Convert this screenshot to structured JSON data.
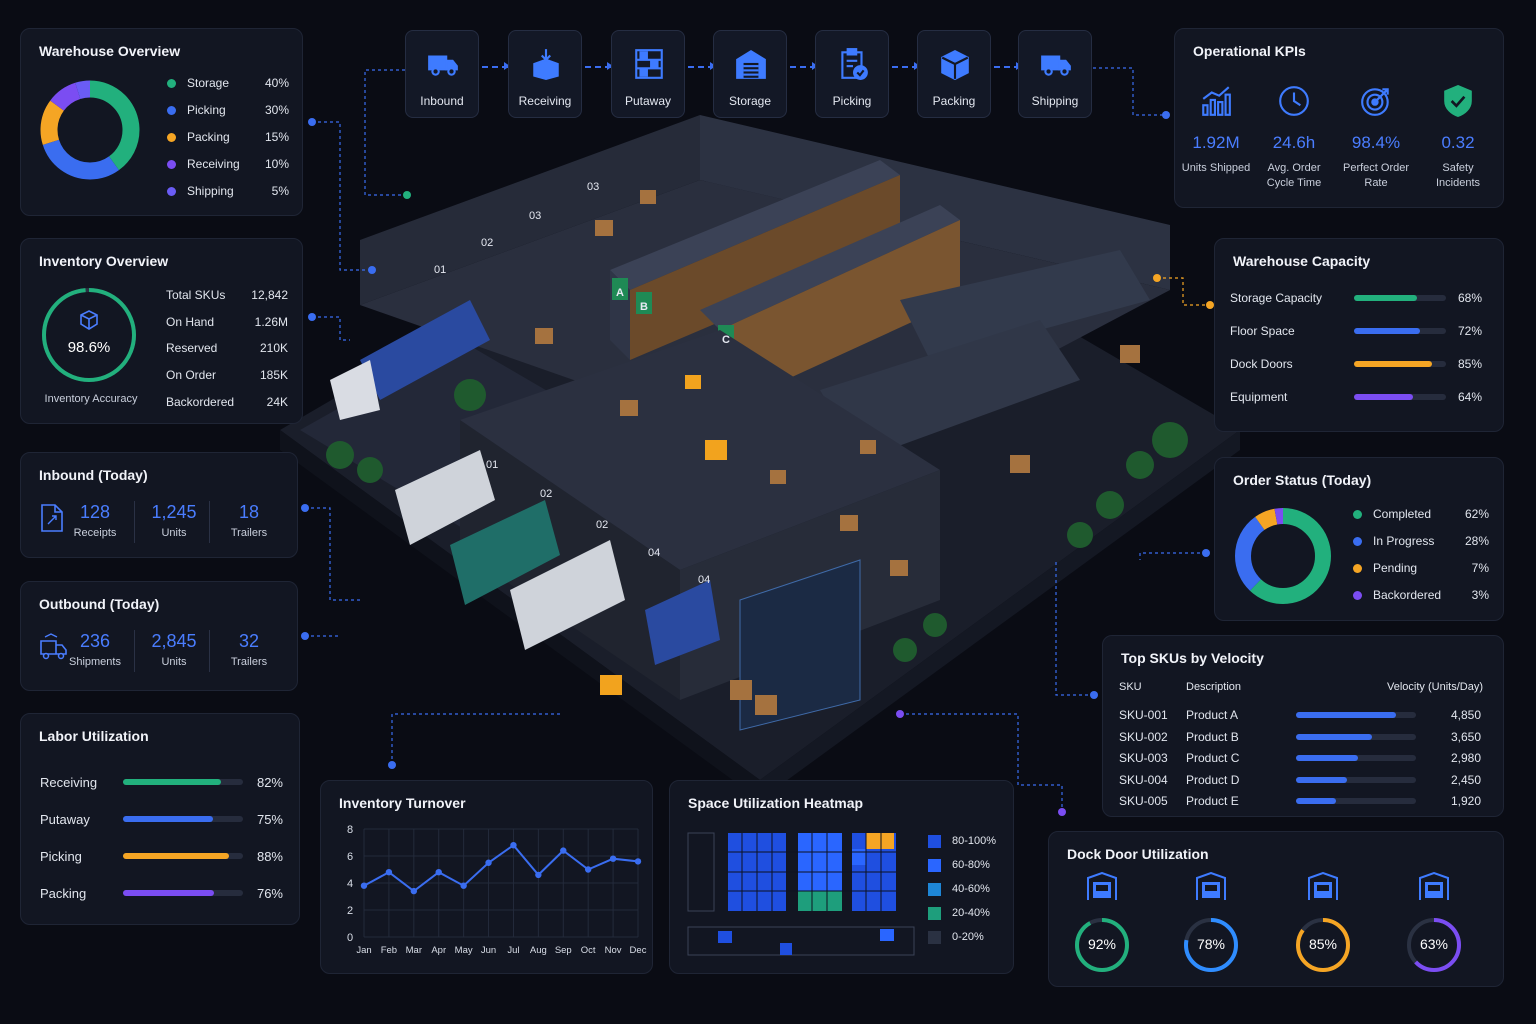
{
  "process": [
    {
      "label": "Inbound",
      "icon": "truck-icon"
    },
    {
      "label": "Receiving",
      "icon": "box-download-icon"
    },
    {
      "label": "Putaway",
      "icon": "shelf-icon"
    },
    {
      "label": "Storage",
      "icon": "warehouse-icon"
    },
    {
      "label": "Picking",
      "icon": "clipboard-check-icon"
    },
    {
      "label": "Packing",
      "icon": "package-icon"
    },
    {
      "label": "Shipping",
      "icon": "truck-icon"
    }
  ],
  "warehouse_overview": {
    "title": "Warehouse Overview",
    "items": [
      {
        "label": "Storage",
        "value": "40%",
        "pct": 40,
        "color": "#22b07d"
      },
      {
        "label": "Picking",
        "value": "30%",
        "pct": 30,
        "color": "#3a6df0"
      },
      {
        "label": "Packing",
        "value": "15%",
        "pct": 15,
        "color": "#f5a524"
      },
      {
        "label": "Receiving",
        "value": "10%",
        "pct": 10,
        "color": "#7b4df2"
      },
      {
        "label": "Shipping",
        "value": "5%",
        "pct": 5,
        "color": "#6a5cf5"
      }
    ]
  },
  "inventory_overview": {
    "title": "Inventory Overview",
    "accuracy": "98.6%",
    "accuracy_pct": 98.6,
    "accuracy_label": "Inventory Accuracy",
    "rows": [
      {
        "label": "Total SKUs",
        "value": "12,842"
      },
      {
        "label": "On Hand",
        "value": "1.26M"
      },
      {
        "label": "Reserved",
        "value": "210K"
      },
      {
        "label": "On Order",
        "value": "185K"
      },
      {
        "label": "Backordered",
        "value": "24K"
      }
    ]
  },
  "inbound": {
    "title": "Inbound (Today)",
    "stats": [
      {
        "value": "128",
        "label": "Receipts"
      },
      {
        "value": "1,245",
        "label": "Units"
      },
      {
        "value": "18",
        "label": "Trailers"
      }
    ]
  },
  "outbound": {
    "title": "Outbound (Today)",
    "stats": [
      {
        "value": "236",
        "label": "Shipments"
      },
      {
        "value": "2,845",
        "label": "Units"
      },
      {
        "value": "32",
        "label": "Trailers"
      }
    ]
  },
  "labor": {
    "title": "Labor Utilization",
    "rows": [
      {
        "label": "Receiving",
        "value": "82%",
        "pct": 82,
        "color": "#22b07d"
      },
      {
        "label": "Putaway",
        "value": "75%",
        "pct": 75,
        "color": "#3a6df0"
      },
      {
        "label": "Picking",
        "value": "88%",
        "pct": 88,
        "color": "#f5a524"
      },
      {
        "label": "Packing",
        "value": "76%",
        "pct": 76,
        "color": "#7b4df2"
      }
    ]
  },
  "kpis": {
    "title": "Operational KPIs",
    "items": [
      {
        "value": "1.92M",
        "label1": "Units Shipped",
        "label2": "",
        "icon": "bar-chart-icon"
      },
      {
        "value": "24.6h",
        "label1": "Avg. Order",
        "label2": "Cycle Time",
        "icon": "clock-icon"
      },
      {
        "value": "98.4%",
        "label1": "Perfect Order",
        "label2": "Rate",
        "icon": "target-icon"
      },
      {
        "value": "0.32",
        "label1": "Safety",
        "label2": "Incidents",
        "icon": "shield-icon"
      }
    ]
  },
  "capacity": {
    "title": "Warehouse Capacity",
    "rows": [
      {
        "label": "Storage Capacity",
        "value": "68%",
        "pct": 68,
        "color": "#22b07d"
      },
      {
        "label": "Floor Space",
        "value": "72%",
        "pct": 72,
        "color": "#3a6df0"
      },
      {
        "label": "Dock Doors",
        "value": "85%",
        "pct": 85,
        "color": "#f5a524"
      },
      {
        "label": "Equipment",
        "value": "64%",
        "pct": 64,
        "color": "#7b4df2"
      }
    ]
  },
  "order_status": {
    "title": "Order Status (Today)",
    "items": [
      {
        "label": "Completed",
        "value": "62%",
        "pct": 62,
        "color": "#22b07d"
      },
      {
        "label": "In Progress",
        "value": "28%",
        "pct": 28,
        "color": "#3a6df0"
      },
      {
        "label": "Pending",
        "value": "7%",
        "pct": 7,
        "color": "#f5a524"
      },
      {
        "label": "Backordered",
        "value": "3%",
        "pct": 3,
        "color": "#7b4df2"
      }
    ]
  },
  "top_skus": {
    "title": "Top SKUs by Velocity",
    "headers": [
      "SKU",
      "Description",
      "Velocity (Units/Day)"
    ],
    "max": 5800,
    "rows": [
      {
        "sku": "SKU-001",
        "desc": "Product A",
        "value": "4,850",
        "num": 4850
      },
      {
        "sku": "SKU-002",
        "desc": "Product B",
        "value": "3,650",
        "num": 3650
      },
      {
        "sku": "SKU-003",
        "desc": "Product C",
        "value": "2,980",
        "num": 2980
      },
      {
        "sku": "SKU-004",
        "desc": "Product D",
        "value": "2,450",
        "num": 2450
      },
      {
        "sku": "SKU-005",
        "desc": "Product E",
        "value": "1,920",
        "num": 1920
      }
    ]
  },
  "dock_doors": {
    "title": "Dock Door Utilization",
    "items": [
      {
        "value": "92%",
        "pct": 92,
        "color": "#22b07d"
      },
      {
        "value": "78%",
        "pct": 78,
        "color": "#2f8dff"
      },
      {
        "value": "85%",
        "pct": 85,
        "color": "#f5a524"
      },
      {
        "value": "63%",
        "pct": 63,
        "color": "#7b4df2"
      }
    ]
  },
  "turnover": {
    "title": "Inventory Turnover",
    "chart_data": {
      "type": "line",
      "categories": [
        "Jan",
        "Feb",
        "Mar",
        "Apr",
        "May",
        "Jun",
        "Jul",
        "Aug",
        "Sep",
        "Oct",
        "Nov",
        "Dec"
      ],
      "values": [
        3.8,
        4.8,
        3.4,
        4.8,
        3.8,
        5.5,
        6.8,
        4.6,
        6.4,
        5.0,
        5.8,
        5.6
      ],
      "ylim": [
        0,
        8
      ],
      "yticks": [
        "0",
        "2",
        "4",
        "6",
        "8"
      ],
      "color": "#3a6df0"
    }
  },
  "heatmap": {
    "title": "Space Utilization Heatmap",
    "legend": [
      {
        "label": "80-100%",
        "color": "#1f4fe0"
      },
      {
        "label": "60-80%",
        "color": "#2a66ff"
      },
      {
        "label": "40-60%",
        "color": "#1e86d6"
      },
      {
        "label": "20-40%",
        "color": "#1e9e7c"
      },
      {
        "label": "0-20%",
        "color": "#2a3142"
      }
    ]
  },
  "site_labels": [
    "01",
    "02",
    "03",
    "03",
    "01",
    "02",
    "02",
    "04",
    "04",
    "A",
    "B",
    "C"
  ]
}
